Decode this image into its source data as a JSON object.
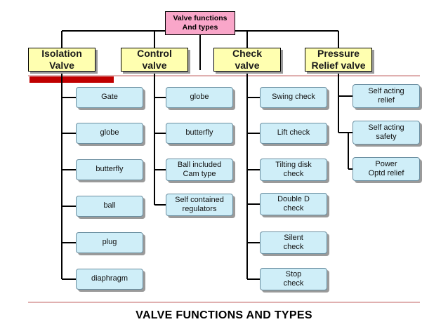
{
  "diagram": {
    "root": "Valve functions\nAnd types",
    "categories": [
      {
        "label": "Isolation\nValve",
        "items": [
          "Gate",
          "globe",
          "butterfly",
          "ball",
          "plug",
          "diaphragm"
        ]
      },
      {
        "label": "Control\nvalve",
        "items": [
          "globe",
          "butterfly",
          "Ball included\nCam type",
          "Self contained\nregulators"
        ]
      },
      {
        "label": "Check\nvalve",
        "items": [
          "Swing check",
          "Lift check",
          "Tilting disk\ncheck",
          "Double D\ncheck",
          "Silent\ncheck",
          "Stop\ncheck"
        ]
      },
      {
        "label": "Pressure\nRelief valve",
        "items": [
          "Self acting\nrelief",
          "Self acting\nsafety",
          "Power\nOptd relief"
        ]
      }
    ]
  },
  "footer": {
    "title": "VALVE FUNCTIONS AND TYPES"
  },
  "colors": {
    "root_fill": "#f9a6c9",
    "category_fill": "#ffffb0",
    "item_fill": "#cfeef8",
    "accent_red": "#c00000",
    "rule_line": "#c06060"
  }
}
